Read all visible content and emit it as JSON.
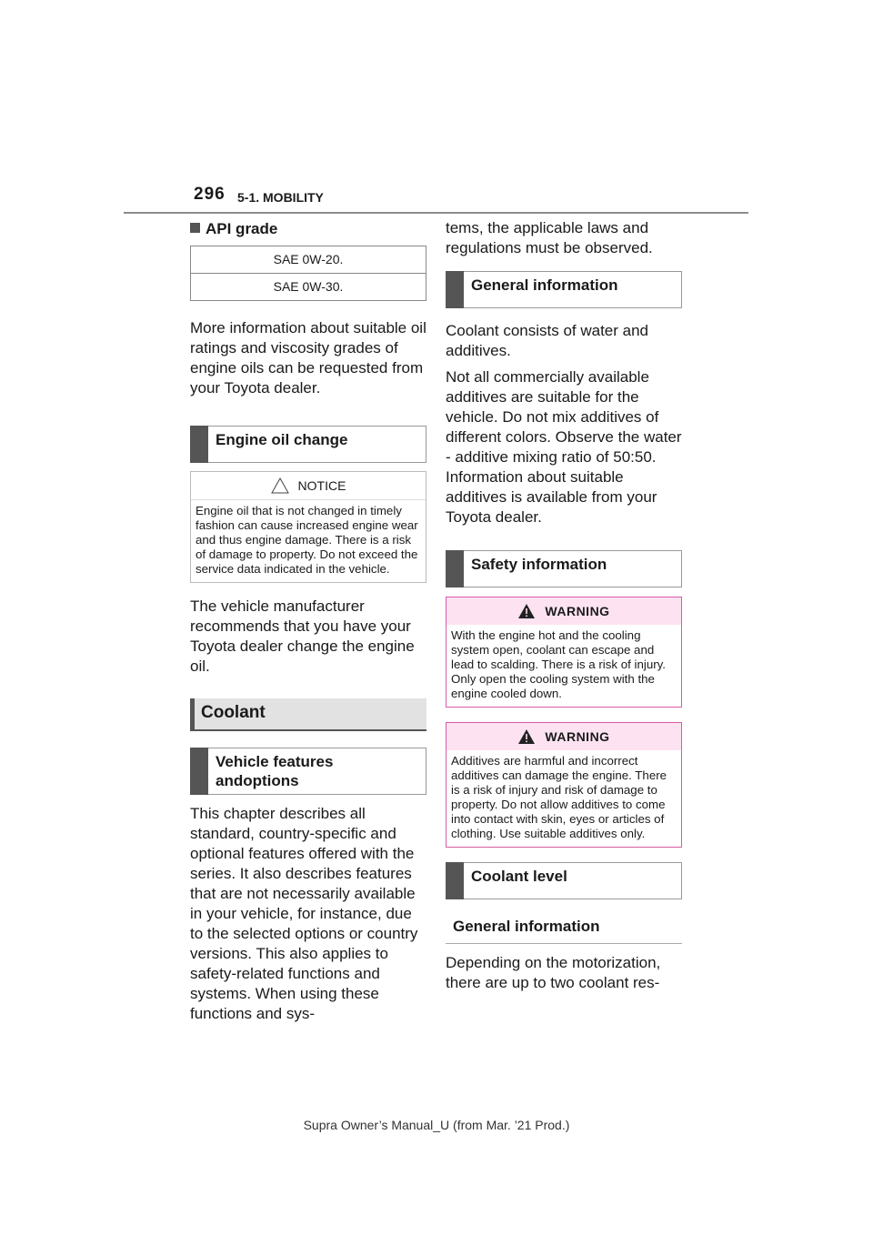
{
  "header": {
    "page_number": "296",
    "section": "5-1. MOBILITY"
  },
  "left": {
    "api_grade_heading": "API grade",
    "grades": [
      "SAE 0W-20.",
      "SAE 0W-30."
    ],
    "oil_info": "More information about suitable oil ratings and viscosity grades of engine oils can be requested from your Toyota dealer.",
    "engine_oil_change_heading": "Engine oil change",
    "notice_title": "NOTICE",
    "notice_body": "Engine oil that is not changed in timely fashion can cause increased engine wear and thus engine damage. There is a risk of damage to property. Do not exceed the service data indicated in the vehicle.",
    "manufacturer_recommends": "The vehicle manufacturer recommends that you have your Toyota dealer change the engine oil.",
    "coolant_chapter": "Coolant",
    "vehicle_features_heading": "Vehicle features andoptions",
    "chapter_description": "This chapter describes all standard, country-specific and optional features offered with the series. It also describes features that are not necessarily available in your vehicle, for instance, due to the selected options or country versions. This also applies to safety-related functions and systems. When using these functions and sys-"
  },
  "right": {
    "continuation": "tems, the applicable laws and regulations must be observed.",
    "general_info_heading": "General information",
    "coolant_consists": "Coolant consists of water and additives.",
    "additives_text": "Not all commercially available additives are suitable for the vehicle. Do not mix additives of different colors. Observe the water - additive mixing ratio of 50:50. Information about suitable additives is available from your Toyota dealer.",
    "safety_info_heading": "Safety information",
    "warning1_title": "WARNING",
    "warning1_body": "With the engine hot and the cooling system open, coolant can escape and lead to scalding. There is a risk of injury. Only open the cooling system with the engine cooled down.",
    "warning2_title": "WARNING",
    "warning2_body": "Additives are harmful and incorrect additives can damage the engine. There is a risk of injury and risk of damage to property. Do not allow additives to come into contact with skin, eyes or articles of clothing. Use suitable additives only.",
    "coolant_level_heading": "Coolant level",
    "general_info_heading2": "General information",
    "motorization_text": "Depending on the motorization, there are up to two coolant res-"
  },
  "footer": {
    "text": "Supra Owner’s Manual_U (from Mar. ’21 Prod.)"
  },
  "colors": {
    "bar": "#555555",
    "warning_border": "#d65aa4",
    "warning_fill": "#fde3f2"
  }
}
